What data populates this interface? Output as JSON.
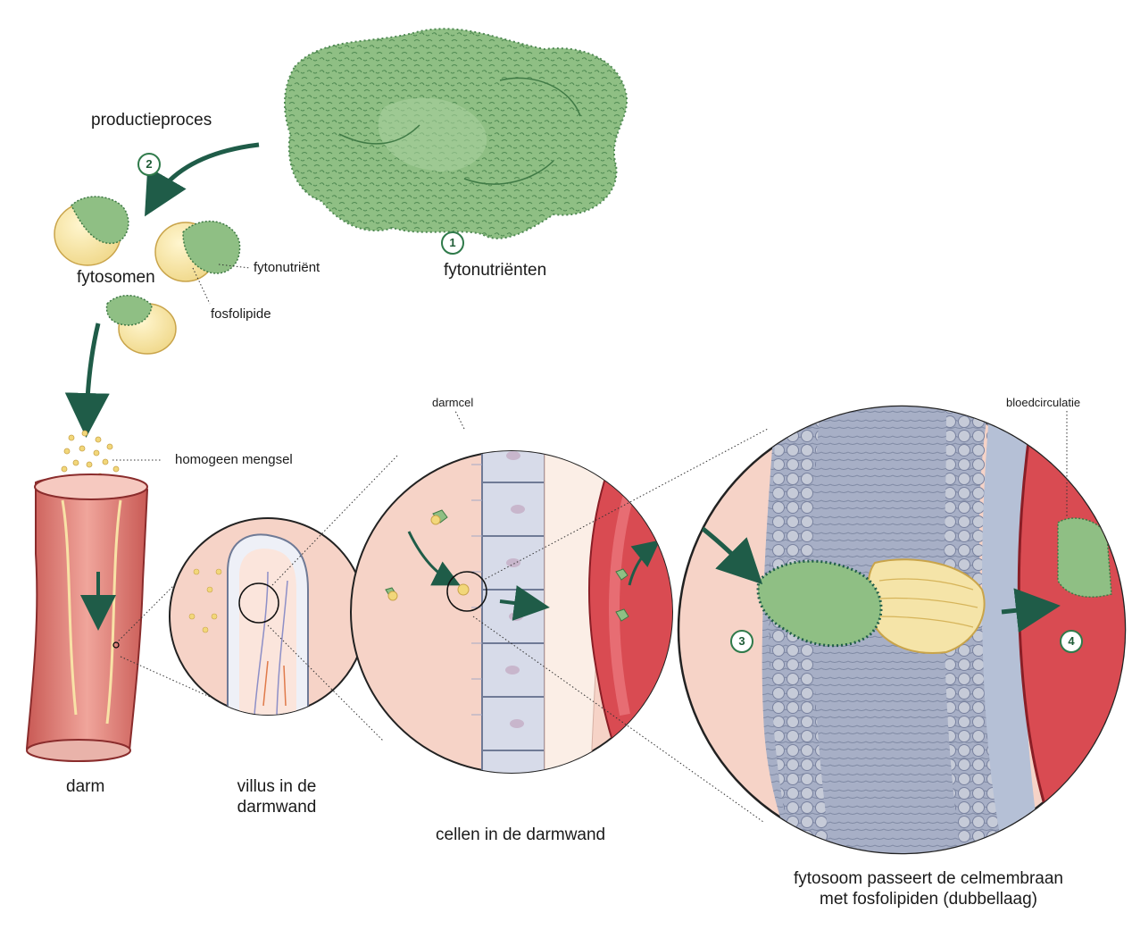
{
  "colors": {
    "arrow": "#1f5c48",
    "plant_green": "#8fbf84",
    "plant_dark": "#5e9a5c",
    "phospholipid": "#f5e4a8",
    "intestine_pink": "#e8a09a",
    "tissue_pink": "#f6d3c7",
    "blood_red": "#d94b52",
    "membrane_blue": "#8e9cb8",
    "step_ring": "#2f7a4a"
  },
  "labels": {
    "productieproces": "productieproces",
    "fytonutrienten": "fytonutriënten",
    "fytosomen": "fytosomen",
    "fytonutrient": "fytonutriënt",
    "fosfolipide": "fosfolipide",
    "homogeen_mengsel": "homogeen mengsel",
    "darm": "darm",
    "villus_line1": "villus in de",
    "villus_line2": "darmwand",
    "cellen": "cellen in de darmwand",
    "darmcel": "darmcel",
    "bloedcirculatie": "bloedcirculatie",
    "passeert_line1": "fytosoom passeert de celmembraan",
    "passeert_line2": "met fosfolipiden (dubbellaag)"
  },
  "steps": [
    "1",
    "2",
    "3",
    "4"
  ],
  "icons": [
    "plant-extract-icon",
    "phytosome-icon",
    "intestine-icon",
    "villus-icon",
    "cell-wall-icon",
    "membrane-bilayer-icon"
  ]
}
